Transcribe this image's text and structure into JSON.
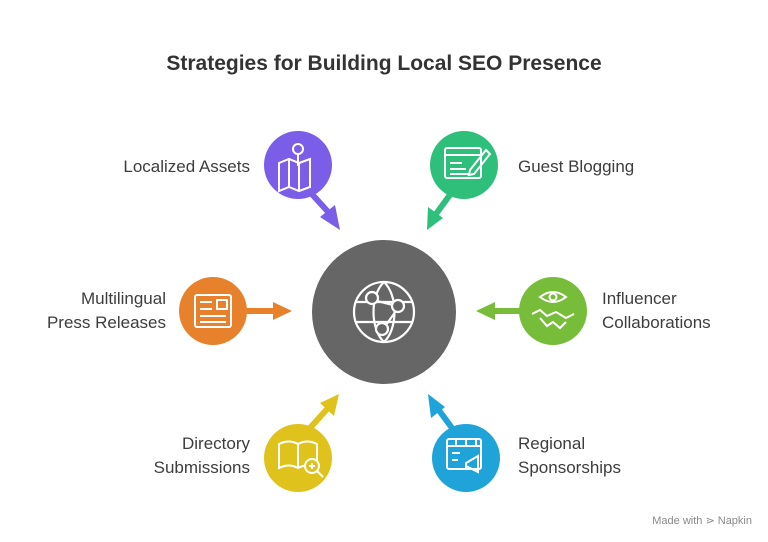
{
  "title": "Strategies for Building Local SEO Presence",
  "center": {
    "icon": "globe-network-icon",
    "color": "#666666"
  },
  "items": [
    {
      "label_lines": [
        "Localized Assets"
      ],
      "icon": "map-pin-icon",
      "color": "#7b5ee8"
    },
    {
      "label_lines": [
        "Guest Blogging"
      ],
      "icon": "browser-pencil-icon",
      "color": "#2ec07a"
    },
    {
      "label_lines": [
        "Multilingual",
        "Press Releases"
      ],
      "icon": "newspaper-icon",
      "color": "#e8812c"
    },
    {
      "label_lines": [
        "Influencer",
        "Collaborations"
      ],
      "icon": "eye-handshake-icon",
      "color": "#78bd3a"
    },
    {
      "label_lines": [
        "Directory",
        "Submissions"
      ],
      "icon": "book-search-icon",
      "color": "#e0c21d"
    },
    {
      "label_lines": [
        "Regional",
        "Sponsorships"
      ],
      "icon": "calendar-megaphone-icon",
      "color": "#1fa3d9"
    }
  ],
  "footer": {
    "text": "Made with",
    "brand": "Napkin"
  }
}
